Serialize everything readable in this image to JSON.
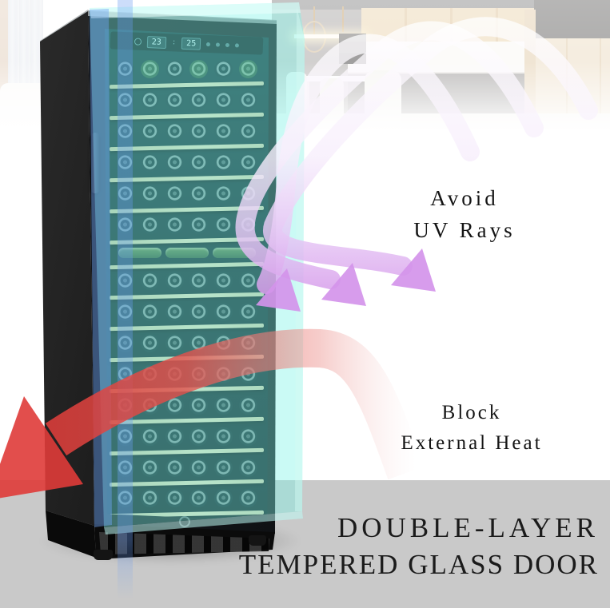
{
  "title": {
    "line1": "DOUBLE-LAYER",
    "line2": "TEMPERED GLASS DOOR"
  },
  "callouts": {
    "uv": {
      "line1": "Avoid",
      "line2": "UV Rays"
    },
    "heat": {
      "line1": "Block",
      "line2": "External Heat"
    }
  },
  "display": {
    "zone1_temp": "23",
    "zone2_temp": "25"
  },
  "fridge": {
    "rows_upper": 6,
    "rows_lower": 8,
    "bottles_per_row": 6,
    "laying_bottles_in_divider": 3
  },
  "colors": {
    "glass_tint": "#80f2e6",
    "uv_arrow": "#d58fe9",
    "heat_arrow": "#df3b38",
    "floor": "#c9c9c9",
    "text": "#1a1a1a"
  }
}
